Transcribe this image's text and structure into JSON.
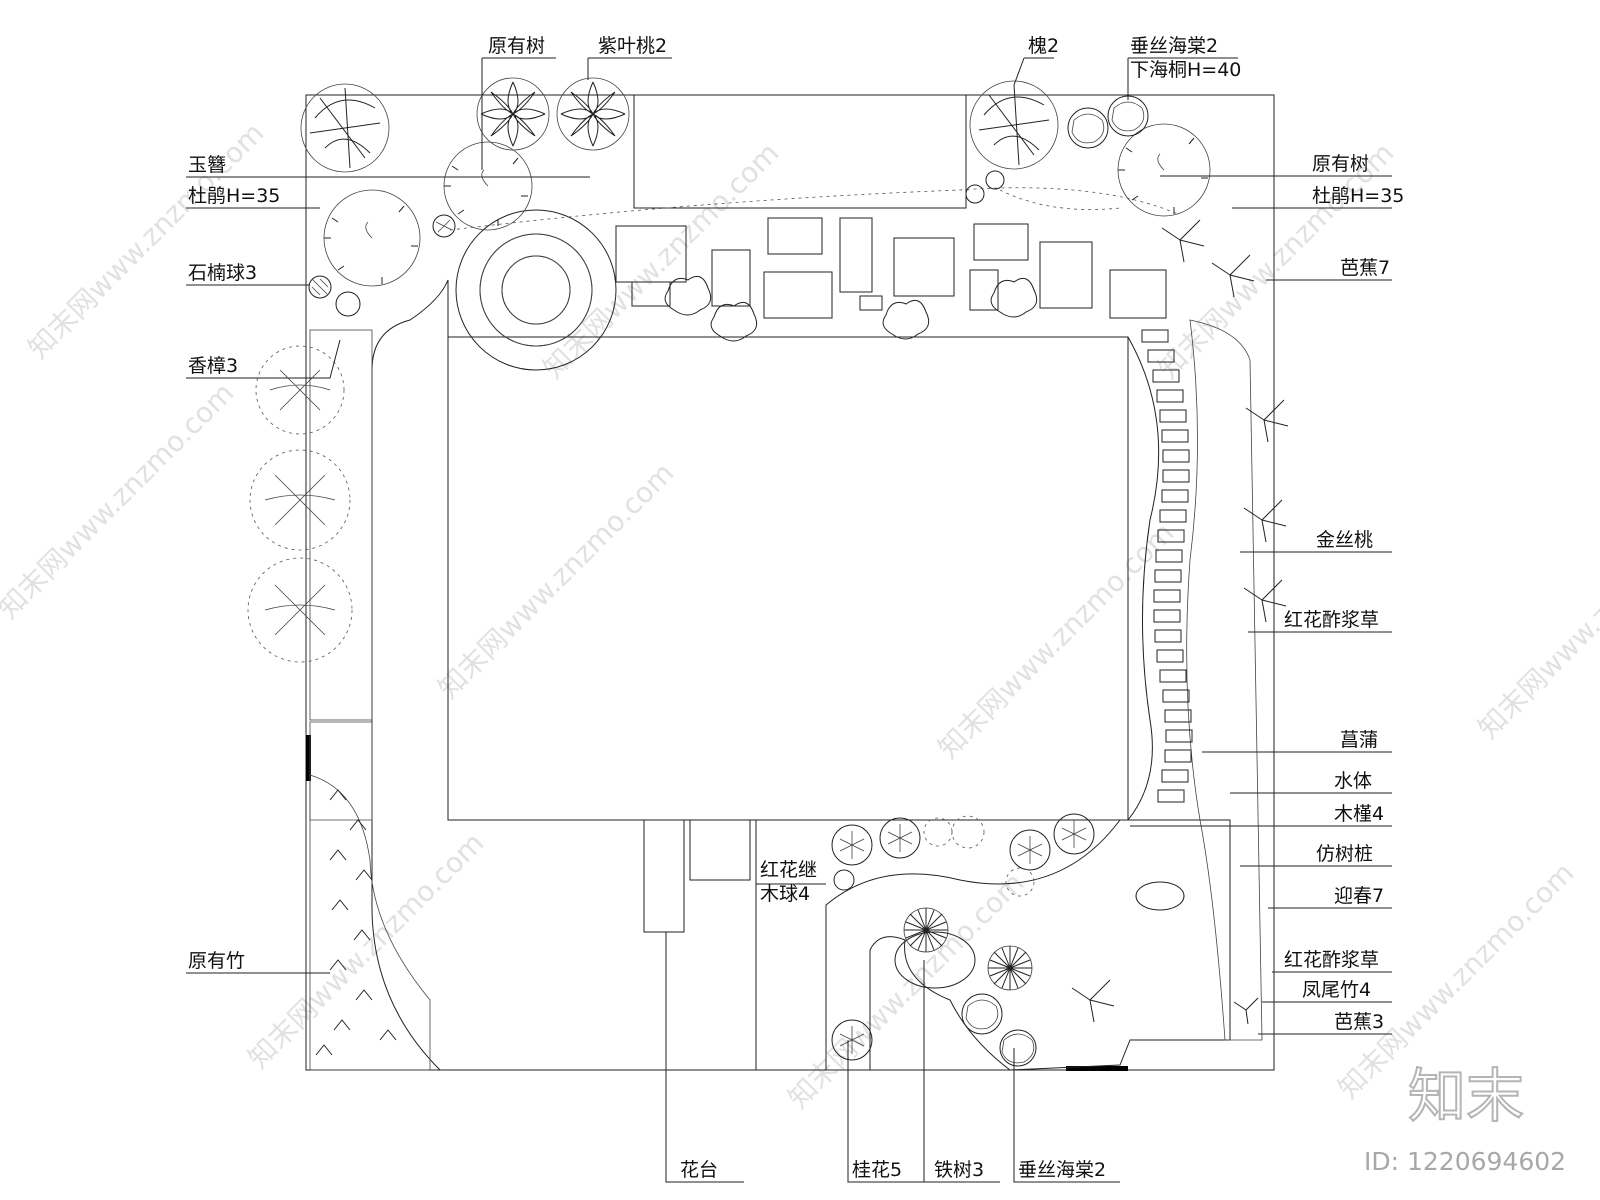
{
  "labels": {
    "top": [
      {
        "key": "yuanyoushu_top",
        "text": "原有树"
      },
      {
        "key": "ziyetao",
        "text": "紫叶桃2"
      },
      {
        "key": "huai",
        "text": "槐2"
      },
      {
        "key": "chuisi_top",
        "text": "垂丝海棠2"
      },
      {
        "key": "xiahaitong",
        "text": "下海桐H=40"
      }
    ],
    "left": [
      {
        "key": "yuzan",
        "text": "玉簪"
      },
      {
        "key": "dujuan_left",
        "text": "杜鹃H=35"
      },
      {
        "key": "shinan",
        "text": "石楠球3"
      },
      {
        "key": "xiangzhang",
        "text": "香樟3"
      },
      {
        "key": "yuanyouzhu",
        "text": "原有竹"
      }
    ],
    "right": [
      {
        "key": "yuanyoushu_right",
        "text": "原有树"
      },
      {
        "key": "dujuan_right",
        "text": "杜鹃H=35"
      },
      {
        "key": "bajiao7",
        "text": "芭蕉7"
      },
      {
        "key": "jinsitao",
        "text": "金丝桃"
      },
      {
        "key": "honghua1",
        "text": "红花酢浆草"
      },
      {
        "key": "changpu",
        "text": "菖蒲"
      },
      {
        "key": "shuiti",
        "text": "水体"
      },
      {
        "key": "mujin",
        "text": "木槿4"
      },
      {
        "key": "fangshuzhuang",
        "text": "仿树桩"
      },
      {
        "key": "yingchun",
        "text": "迎春7"
      },
      {
        "key": "honghua2",
        "text": "红花酢浆草"
      },
      {
        "key": "fengweizhu",
        "text": "凤尾竹4"
      },
      {
        "key": "bajiao3",
        "text": "芭蕉3"
      }
    ],
    "center": [
      {
        "key": "honghuaji1",
        "text": "红花继"
      },
      {
        "key": "honghuaji2",
        "text": "木球4"
      }
    ],
    "bottom": [
      {
        "key": "huatai",
        "text": "花台"
      },
      {
        "key": "guihua",
        "text": "桂花5"
      },
      {
        "key": "tieshu",
        "text": "铁树3"
      },
      {
        "key": "chuisi_bottom",
        "text": "垂丝海棠2"
      }
    ]
  },
  "watermark": {
    "text": "知末网www.znzmo.com",
    "brand": "知末",
    "image_id": "ID: 1220694602"
  }
}
